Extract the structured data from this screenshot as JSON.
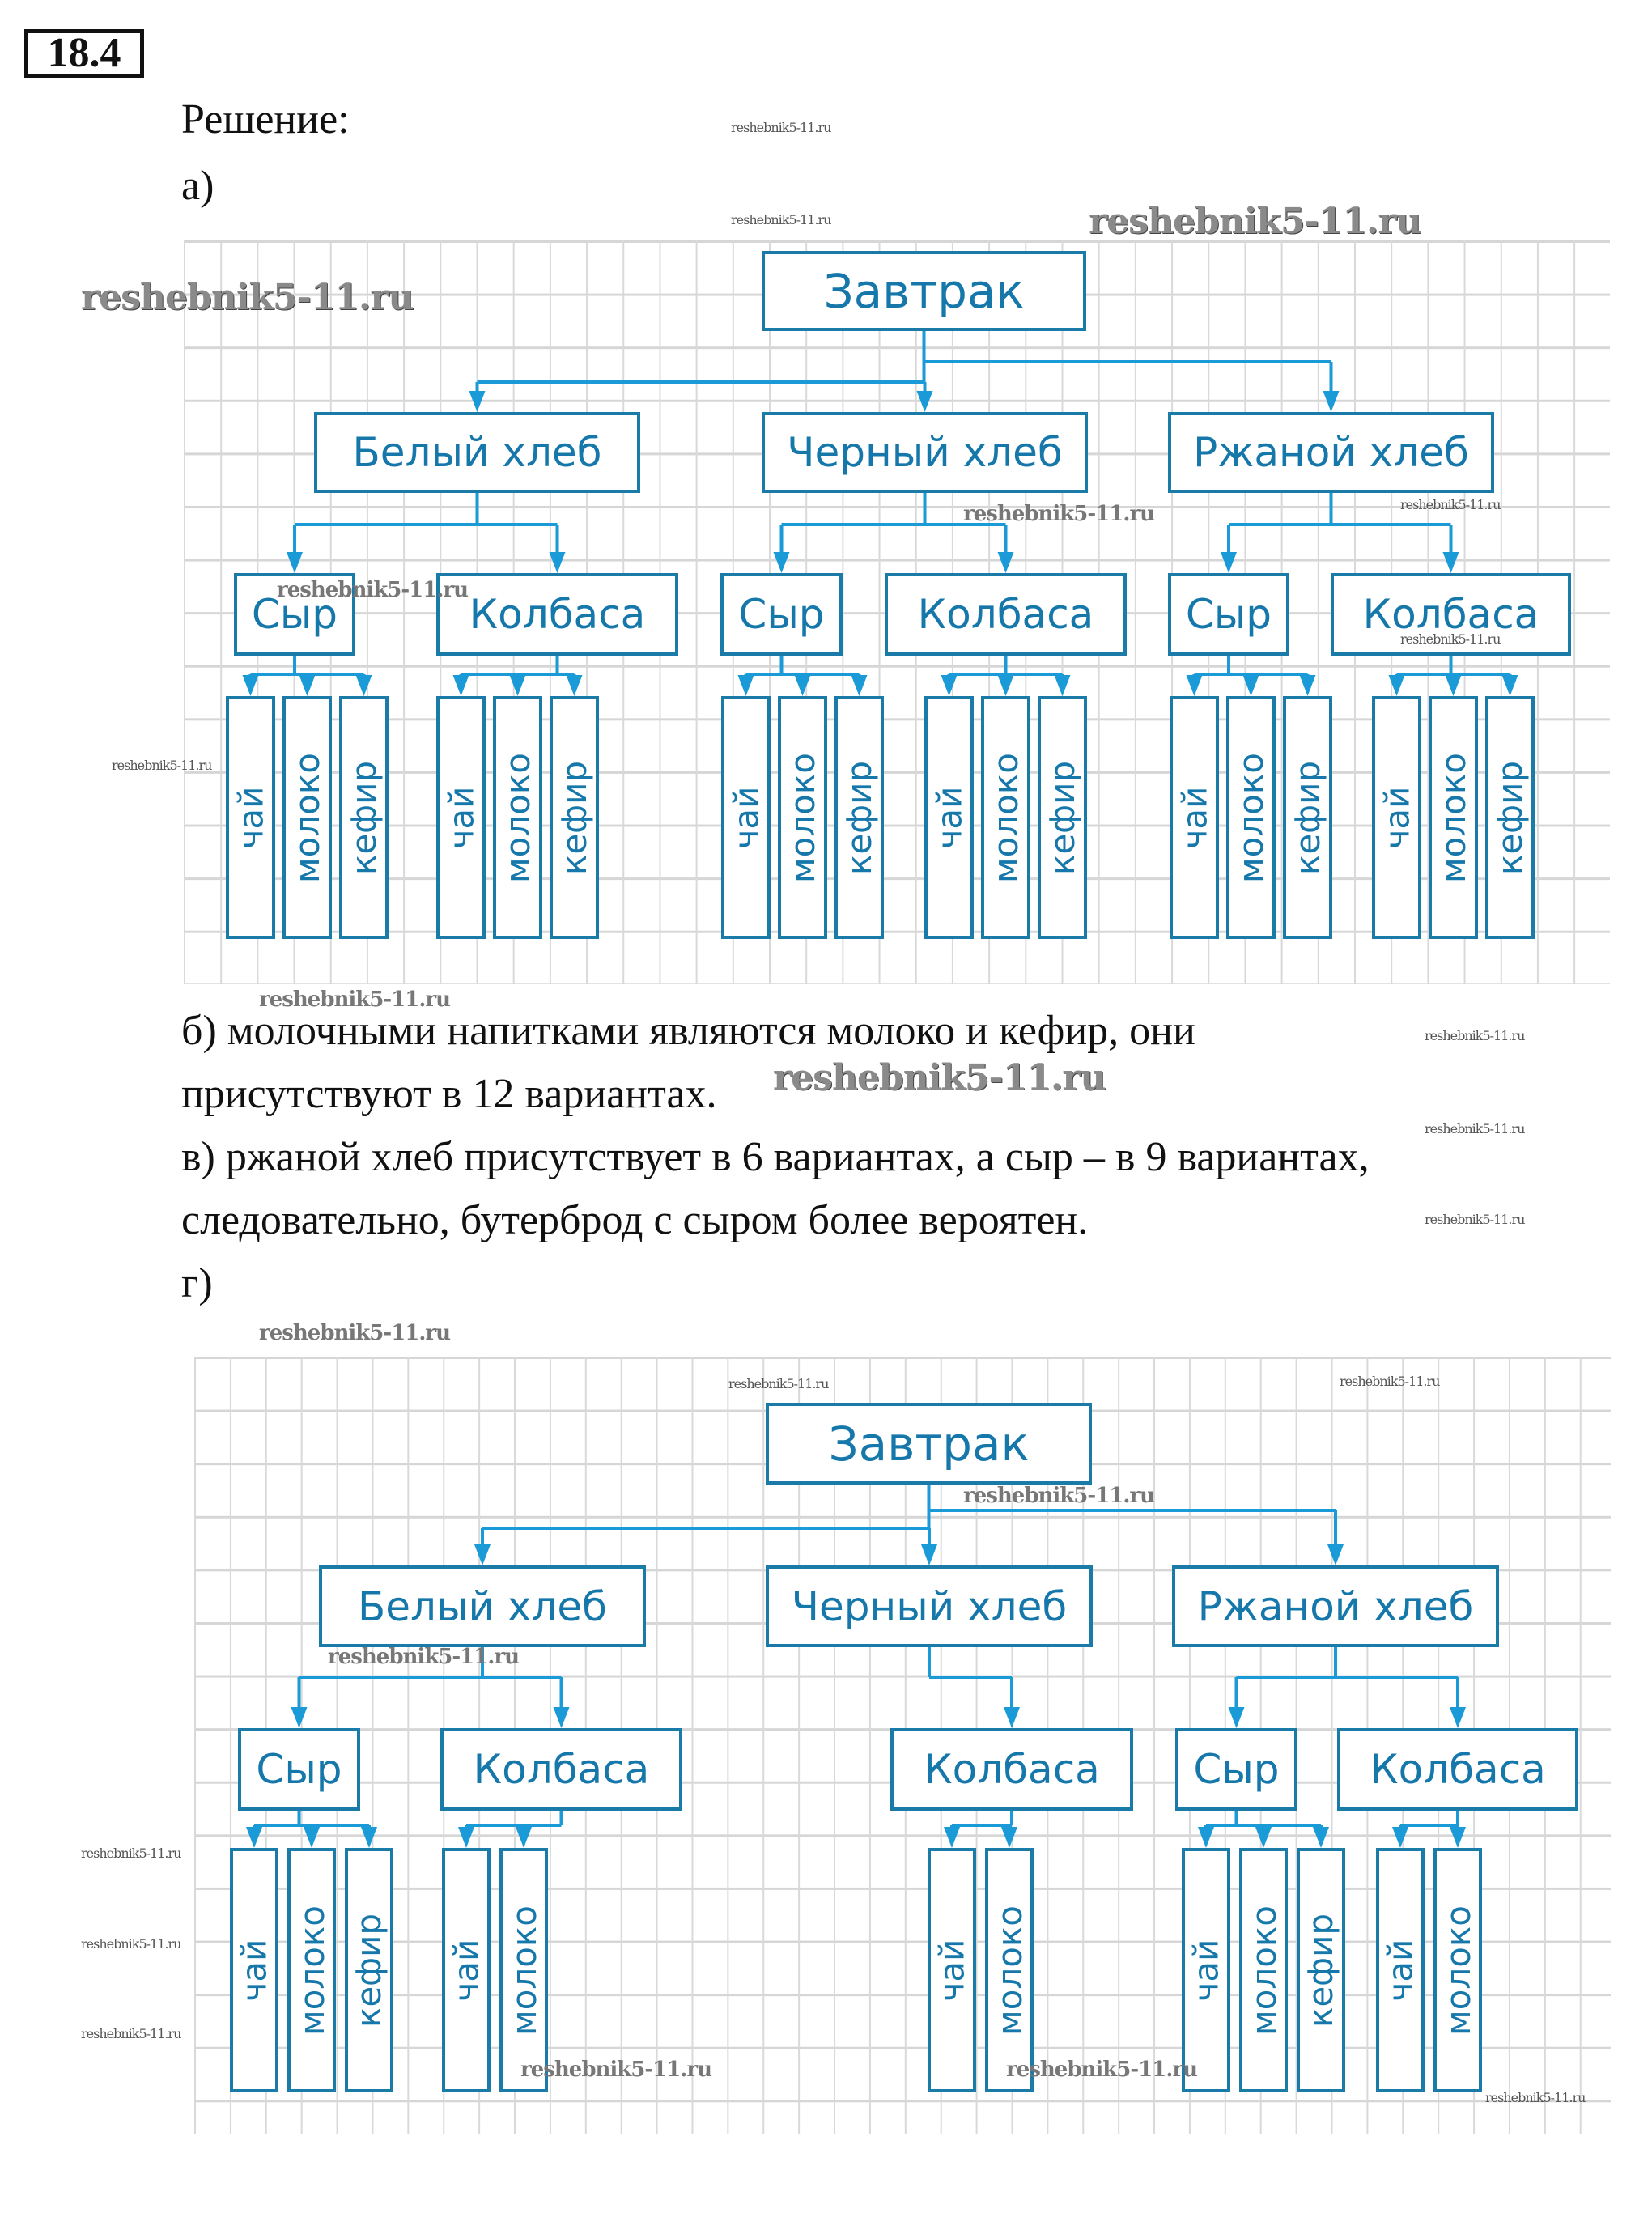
{
  "task_number": "18.4",
  "solution_label": "Решение:",
  "parts": {
    "a_label": "а)",
    "b_line1": "б) молочными напитками являются молоко и кефир, они",
    "b_line2": "присутствуют в 12 вариантах.",
    "v_line1": "в) ржаной хлеб присутствует в 6 вариантах, а сыр – в 9 вариантах,",
    "v_line2": "следовательно, бутерброд с сыром более вероятен.",
    "g_label": "г)"
  },
  "colors": {
    "box_border": "#1a7aa8",
    "box_text": "#1577aa",
    "arrow": "#1a9ad6",
    "grid": "#d9d9d9"
  },
  "diagram_a": {
    "root": "Завтрак",
    "breads": [
      {
        "label": "Белый хлеб",
        "fillings": [
          {
            "label": "Сыр",
            "drinks": [
              "чай",
              "молоко",
              "кефир"
            ]
          },
          {
            "label": "Колбаса",
            "drinks": [
              "чай",
              "молоко",
              "кефир"
            ]
          }
        ]
      },
      {
        "label": "Черный хлеб",
        "fillings": [
          {
            "label": "Сыр",
            "drinks": [
              "чай",
              "молоко",
              "кефир"
            ]
          },
          {
            "label": "Колбаса",
            "drinks": [
              "чай",
              "молоко",
              "кефир"
            ]
          }
        ]
      },
      {
        "label": "Ржаной хлеб",
        "fillings": [
          {
            "label": "Сыр",
            "drinks": [
              "чай",
              "молоко",
              "кефир"
            ]
          },
          {
            "label": "Колбаса",
            "drinks": [
              "чай",
              "молоко",
              "кефир"
            ]
          }
        ]
      }
    ]
  },
  "diagram_g": {
    "root": "Завтрак",
    "breads": [
      {
        "label": "Белый хлеб",
        "fillings": [
          {
            "label": "Сыр",
            "drinks": [
              "чай",
              "молоко",
              "кефир"
            ]
          },
          {
            "label": "Колбаса",
            "drinks": [
              "чай",
              "молоко"
            ]
          }
        ]
      },
      {
        "label": "Черный хлеб",
        "fillings": [
          {
            "label": "Колбаса",
            "drinks": [
              "чай",
              "молоко"
            ]
          }
        ]
      },
      {
        "label": "Ржаной хлеб",
        "fillings": [
          {
            "label": "Сыр",
            "drinks": [
              "чай",
              "молоко",
              "кефир"
            ]
          },
          {
            "label": "Колбаса",
            "drinks": [
              "чай",
              "молоко"
            ]
          }
        ]
      }
    ]
  },
  "watermark": "reshebnik5-11.ru"
}
